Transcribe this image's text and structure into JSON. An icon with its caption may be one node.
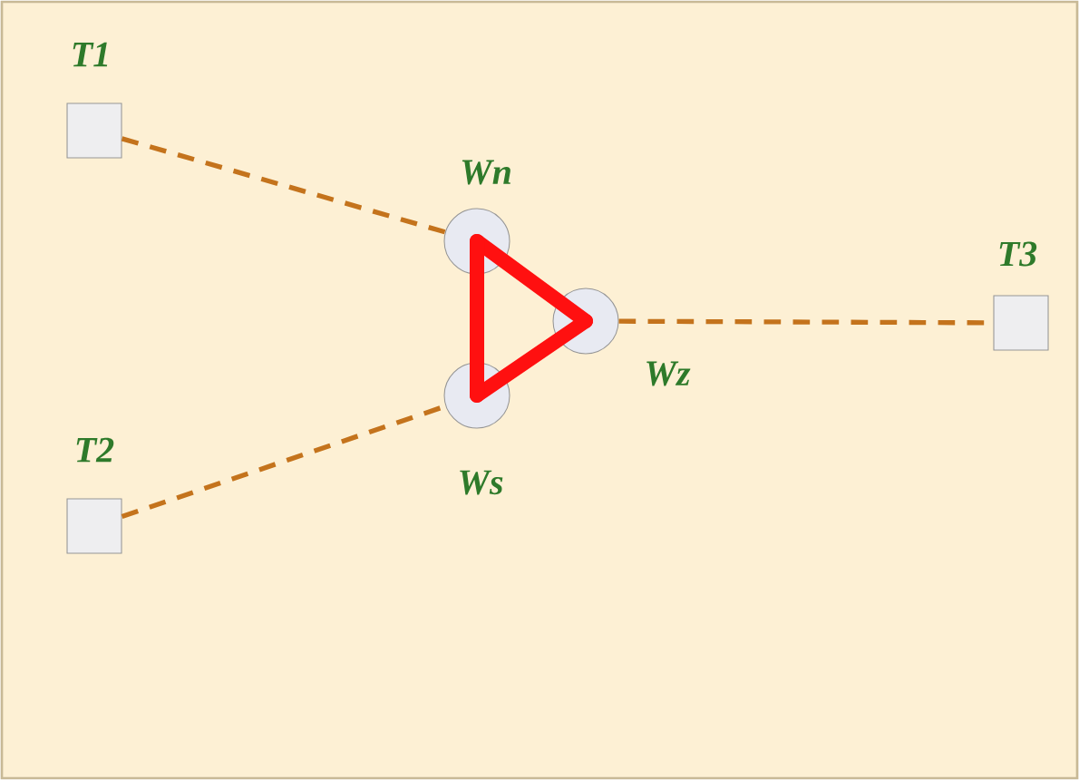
{
  "diagram": {
    "nodes": [
      {
        "text": [
          "T1"
        ]
      },
      {
        "text": [
          "T2"
        ]
      },
      {
        "text": [
          "Wn"
        ]
      },
      {
        "text": [
          "Ws"
        ]
      },
      {
        "text": [
          "Wz"
        ]
      },
      {
        "text": [
          "T3"
        ]
      }
    ],
    "edges": [
      {
        "from": 0,
        "to": 2,
        "arrow": "none",
        "style": "dashed",
        "color": "#c4731c"
      },
      {
        "from": 1,
        "to": 3,
        "arrow": "none",
        "style": "dashed",
        "color": "#c4731c"
      },
      {
        "from": 4,
        "to": 5,
        "arrow": "none",
        "style": "dashed",
        "color": "#c4731c"
      },
      {
        "from": 2,
        "to": 4,
        "arrow": "none",
        "style": "thick",
        "color": "#ff1010"
      },
      {
        "from": 4,
        "to": 3,
        "arrow": "none",
        "style": "thick",
        "color": "#ff1010"
      },
      {
        "from": 3,
        "to": 2,
        "arrow": "none",
        "style": "thick",
        "color": "#ff1010"
      }
    ]
  }
}
